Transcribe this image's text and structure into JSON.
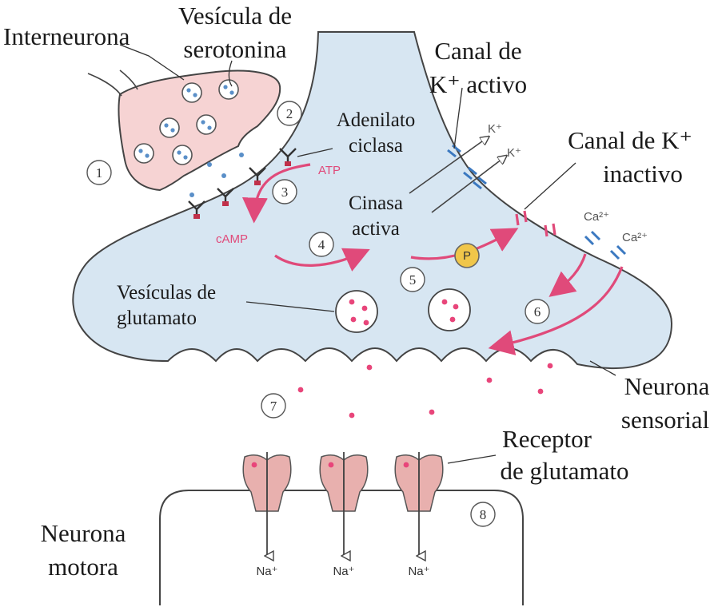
{
  "labels": {
    "interneurona": "Interneurona",
    "vesicula_line1": "Vesícula de",
    "vesicula_line2": "serotonina",
    "canal_activo_line1": "Canal de",
    "canal_activo_line2": "K⁺ activo",
    "adenilato_line1": "Adenilato",
    "adenilato_line2": "ciclasa",
    "canal_inactivo_line1": "Canal de K⁺",
    "canal_inactivo_line2": "inactivo",
    "cinasa_line1": "Cinasa",
    "cinasa_line2": "activa",
    "vesiculas_glu_line1": "Vesículas de",
    "vesiculas_glu_line2": "glutamato",
    "neurona_sensorial_line1": "Neurona",
    "neurona_sensorial_line2": "sensorial",
    "receptor_line1": "Receptor",
    "receptor_line2": "de glutamato",
    "neurona_motora_line1": "Neurona",
    "neurona_motora_line2": "motora"
  },
  "molecules": {
    "atp": "ATP",
    "camp": "cAMP",
    "k1": "K⁺",
    "k2": "K⁺",
    "ca1": "Ca²⁺",
    "ca2": "Ca²⁺",
    "phosphate": "P",
    "na1": "Na⁺",
    "na2": "Na⁺",
    "na3": "Na⁺"
  },
  "steps": [
    "1",
    "2",
    "3",
    "4",
    "5",
    "6",
    "7",
    "8"
  ],
  "colors": {
    "interneuron_fill": "#f6d3d3",
    "sensory_fill": "#d7e6f2",
    "motor_fill": "#ffffff",
    "pathway_arrow": "#e04a7a",
    "channel": "#3a78c0",
    "phosphate": "#f0c64a",
    "receptor": "#e8b0ae",
    "glutamate_dot": "#e8457a"
  }
}
